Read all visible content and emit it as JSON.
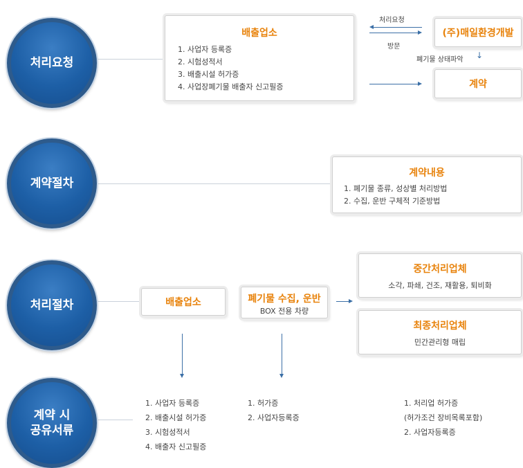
{
  "steps": {
    "request": "처리요청",
    "contract": "계약절차",
    "process": "처리절차",
    "documents_line1": "계약 시",
    "documents_line2": "공유서류"
  },
  "request_section": {
    "discharger_box": {
      "title": "배출업소",
      "items": [
        "1. 사업자 등록증",
        "2. 시험성적서",
        "3. 배출시설 허가증",
        "4. 사업장폐기물 배출자 신고필증"
      ]
    },
    "label_request": "처리요청",
    "label_visit": "방문",
    "company_box_title": "(주)매일환경개발",
    "label_status": "폐기물 상태파악",
    "arrow_down": "↓",
    "contract_box_title": "계약"
  },
  "contract_section": {
    "title": "계약내용",
    "items": [
      "1. 폐기물 종류, 성상별 처리방법",
      "2. 수집, 운반 구체적 기준방법"
    ]
  },
  "process_section": {
    "discharger": "배출업소",
    "transport_title": "폐기물 수집, 운반",
    "transport_sub": "BOX 전용 차량",
    "intermediate_title": "중간처리업체",
    "intermediate_sub": "소각, 파쇄, 건조, 재활용, 퇴비화",
    "final_title": "최종처리업체",
    "final_sub": "민간관리형 매립"
  },
  "documents": {
    "discharger": [
      "1. 사업자 등록증",
      "2. 배출시설 허가증",
      "3. 시험성적서",
      "4. 배출자 신고필증"
    ],
    "transporter": [
      "1. 허가증",
      "2. 사업자등록증"
    ],
    "processor": [
      "1. 처리업 허가증",
      "(허가조건 장비목록포함)",
      "2. 사업자등록증"
    ]
  },
  "colors": {
    "circle": "#1d5fa6",
    "accent": "#e8830c",
    "arrow": "#3b6fa6"
  }
}
